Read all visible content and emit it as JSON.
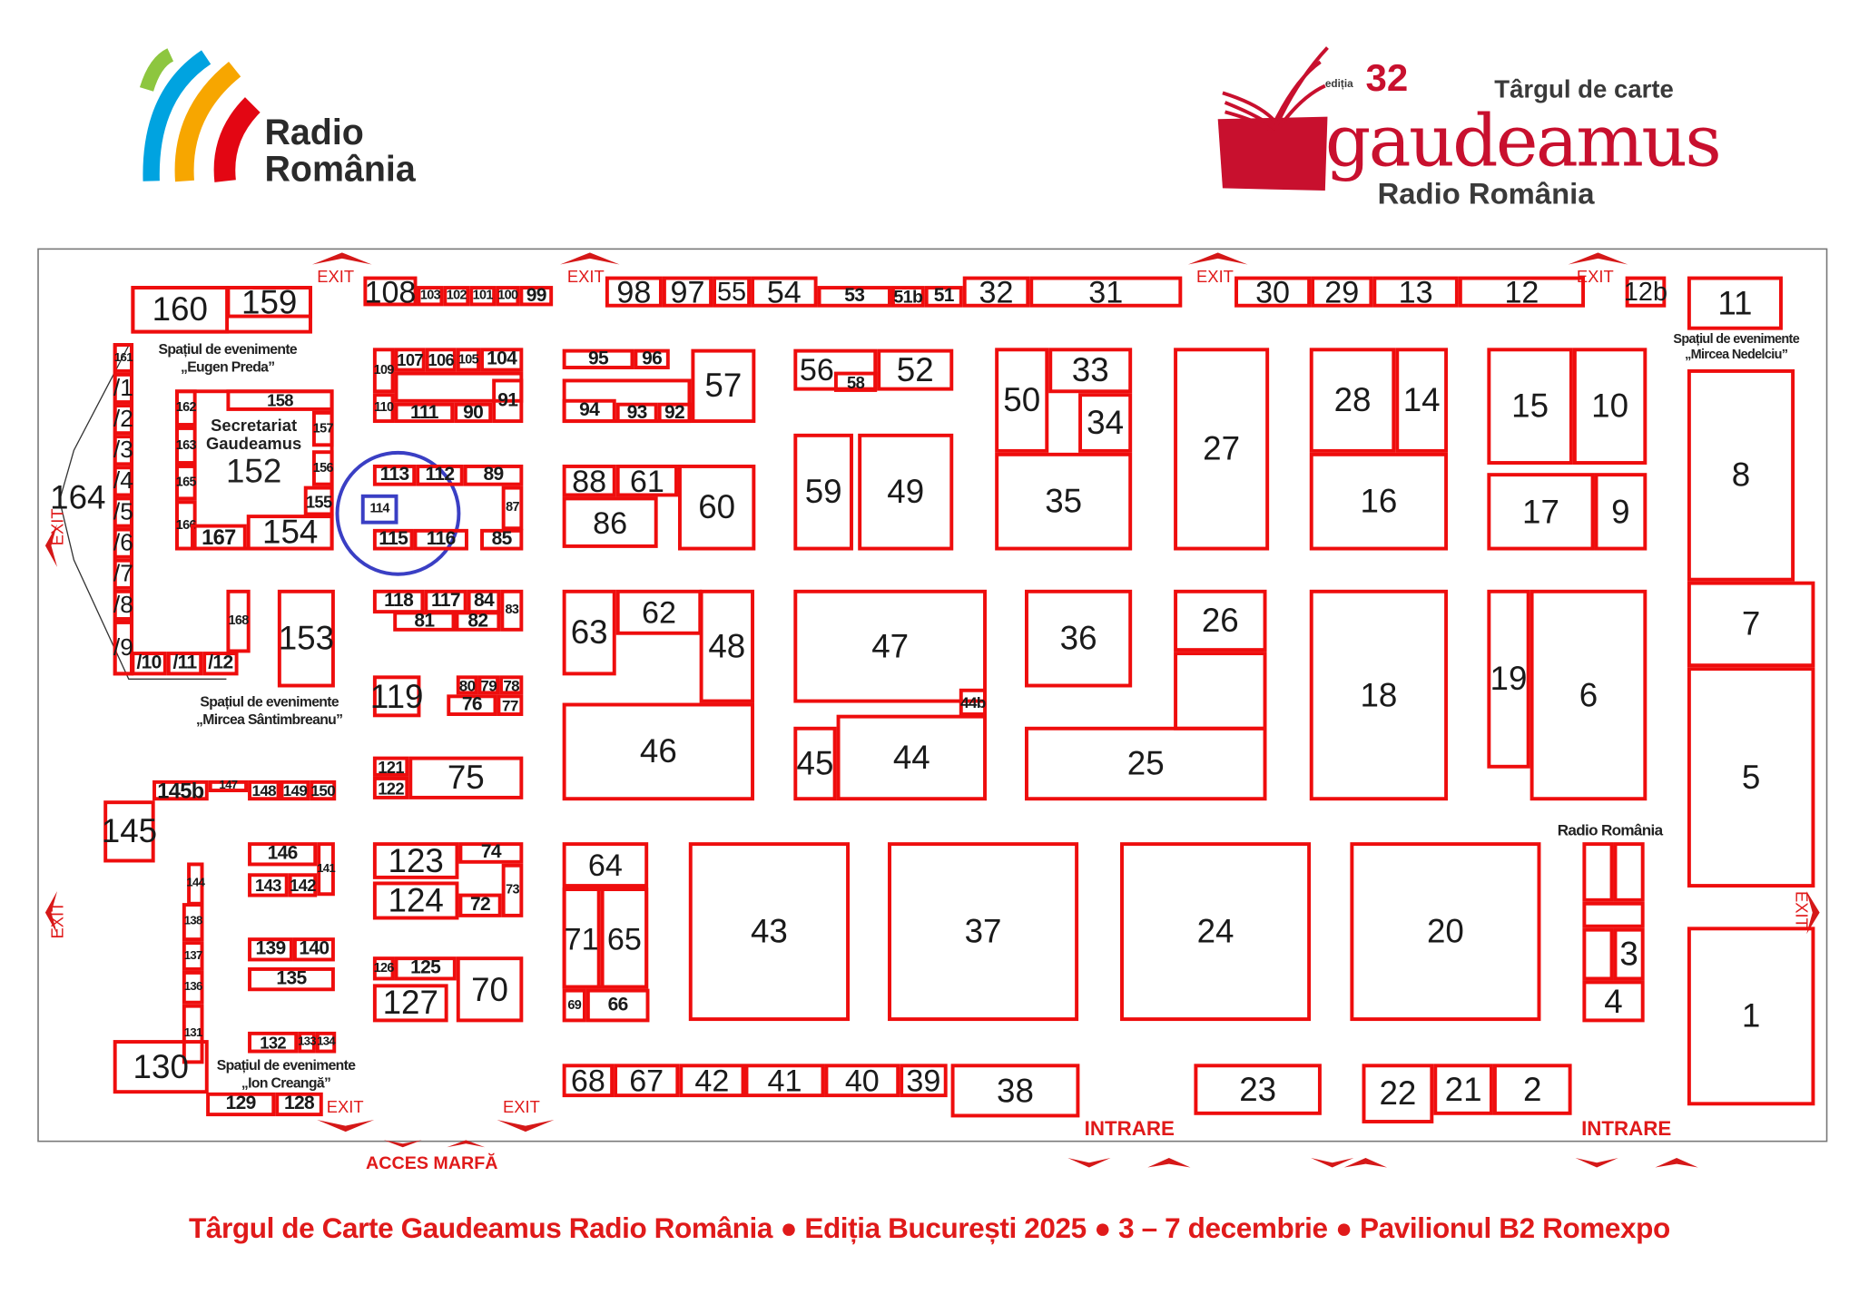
{
  "logo_left": {
    "line1": "Radio",
    "line2": "România"
  },
  "logo_right": {
    "edition_word": "ediția",
    "edition_number": "32",
    "tagline": "Târgul de carte",
    "brand": "gaudeamus",
    "sponsor": "Radio România"
  },
  "event_spaces": {
    "eugen_preda": {
      "line1": "Spațiul de evenimente",
      "line2": "„Eugen Preda”"
    },
    "secretariat": {
      "line1": "Secretariat",
      "line2": "Gaudeamus",
      "number": "152"
    },
    "mircea_santimbreanu": {
      "line1": "Spațiul de evenimente",
      "line2": "„Mircea Sântimbreanu”"
    },
    "ion_creanga": {
      "line1": "Spațiul de evenimente",
      "line2": "„Ion Creangă”"
    },
    "mircea_nedelciu": {
      "line1": "Spațiul de evenimente",
      "line2": "„Mircea Nedelciu”"
    },
    "radio_romania_stand": "Radio România",
    "booth_164": "164"
  },
  "signs": {
    "exit": "EXIT",
    "entrance": "INTRARE",
    "goods_access": "ACCES MARFĂ"
  },
  "booths": [
    "160",
    "159",
    "108",
    "103",
    "102",
    "101",
    "100",
    "99",
    "98",
    "97",
    "55",
    "54",
    "53",
    "51b",
    "51",
    "32",
    "31",
    "30",
    "29",
    "13",
    "12",
    "12b",
    "11",
    "161",
    "/1",
    "/2",
    "/3",
    "/4",
    "/5",
    "/6",
    "/7",
    "/8",
    "/9",
    "/10",
    "/11",
    "/12",
    "158",
    "162",
    "163",
    "165",
    "166",
    "157",
    "156",
    "155",
    "167",
    "154",
    "168",
    "153",
    "109",
    "107",
    "106",
    "105",
    "104",
    "110",
    "111",
    "90",
    "91",
    "113",
    "112",
    "89",
    "114",
    "87",
    "115",
    "116",
    "85",
    "118",
    "117",
    "84",
    "83",
    "81",
    "82",
    "119",
    "80",
    "79",
    "78",
    "76",
    "77",
    "121",
    "122",
    "75",
    "145b",
    "147",
    "148",
    "149",
    "150",
    "145",
    "144",
    "138",
    "137",
    "136",
    "131",
    "130",
    "146",
    "143",
    "142",
    "141",
    "139",
    "140",
    "135",
    "132",
    "133",
    "134",
    "129",
    "128",
    "123",
    "124",
    "74",
    "73",
    "72",
    "126",
    "125",
    "127",
    "70",
    "95",
    "96",
    "57",
    "94",
    "93",
    "92",
    "88",
    "61",
    "86",
    "60",
    "56",
    "58",
    "52",
    "59",
    "49",
    "63",
    "62",
    "48",
    "46",
    "47",
    "44b",
    "45",
    "44",
    "50",
    "33",
    "34",
    "35",
    "27",
    "36",
    "26",
    "25",
    "28",
    "14",
    "16",
    "18",
    "15",
    "10",
    "17",
    "9",
    "19",
    "6",
    "8",
    "7",
    "5",
    "3",
    "4",
    "1",
    "64",
    "71",
    "65",
    "69",
    "66",
    "43",
    "37",
    "24",
    "20",
    "68",
    "67",
    "42",
    "41",
    "40",
    "39",
    "38",
    "23",
    "22",
    "21",
    "2"
  ],
  "footer": "Târgul de Carte Gaudeamus Radio România ● Ediția București 2025 ● 3 – 7 decembrie ● Pavilionul B2 Romexpo",
  "colors": {
    "booth_border": "#ee0d0d",
    "highlight": "#3a3fc4",
    "brand_red": "#c8102e"
  }
}
